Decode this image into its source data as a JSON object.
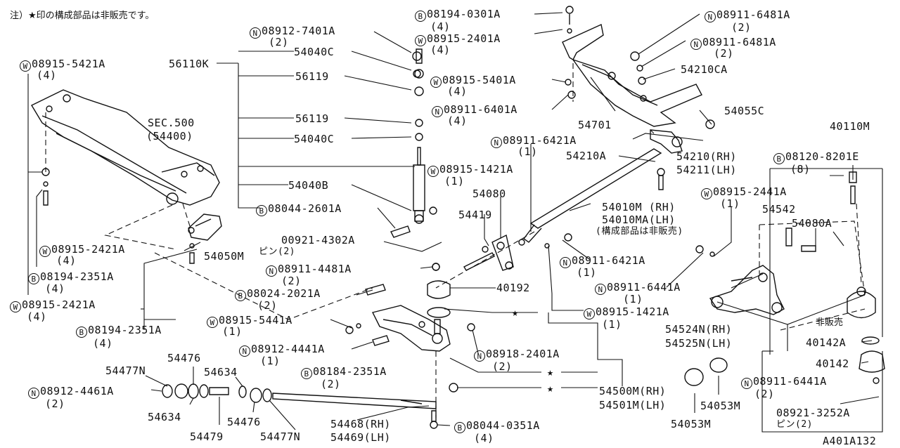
{
  "header_note": "注）★印の構成部品は非販売です。",
  "footer_code": "A401A132",
  "not_sold_label": "非販売",
  "star_symbol": "★",
  "callouts": [
    {
      "id": "b-08194-0301a",
      "prefix": "B",
      "number": "08194-0301A",
      "qty": "(4)"
    },
    {
      "id": "w-08915-2401a",
      "prefix": "W",
      "number": "08915-2401A",
      "qty": "(4)"
    },
    {
      "id": "n-08911-6481a-1",
      "prefix": "N",
      "number": "08911-6481A",
      "qty": "(2)"
    },
    {
      "id": "n-08911-6481a-2",
      "prefix": "N",
      "number": "08911-6481A",
      "qty": "(2)"
    },
    {
      "id": "p-54210ca",
      "number": "54210CA"
    },
    {
      "id": "n-08912-7401a",
      "prefix": "N",
      "number": "08912-7401A",
      "qty": "(2)"
    },
    {
      "id": "p-54040c-1",
      "number": "54040C"
    },
    {
      "id": "p-56110k",
      "number": "56110K"
    },
    {
      "id": "p-56119-1",
      "number": "56119"
    },
    {
      "id": "w-08915-5401a",
      "prefix": "W",
      "number": "08915-5401A",
      "qty": "(4)"
    },
    {
      "id": "n-08911-6401a",
      "prefix": "N",
      "number": "08911-6401A",
      "qty": "(4)"
    },
    {
      "id": "p-56119-2",
      "number": "56119"
    },
    {
      "id": "p-54055c",
      "number": "54055C"
    },
    {
      "id": "p-54701",
      "number": "54701"
    },
    {
      "id": "p-40110m",
      "number": "40110M"
    },
    {
      "id": "w-08915-5421a",
      "prefix": "W",
      "number": "08915-5421A",
      "qty": "(4)"
    },
    {
      "id": "p-sec500",
      "number": "SEC.500"
    },
    {
      "id": "p-54400",
      "number": "(54400)"
    },
    {
      "id": "p-54040c-2",
      "number": "54040C"
    },
    {
      "id": "n-08911-6421a-1",
      "prefix": "N",
      "number": "08911-6421A",
      "qty": "(1)"
    },
    {
      "id": "p-54210a",
      "number": "54210A"
    },
    {
      "id": "p-54210rh",
      "number": "54210(RH)"
    },
    {
      "id": "p-54211lh",
      "number": "54211(LH)"
    },
    {
      "id": "b-08120-8201e",
      "prefix": "B",
      "number": "08120-8201E",
      "qty": "(8)"
    },
    {
      "id": "w-08915-1421a-1",
      "prefix": "W",
      "number": "08915-1421A",
      "qty": "(1)"
    },
    {
      "id": "p-54040b",
      "number": "54040B"
    },
    {
      "id": "p-54080",
      "number": "54080"
    },
    {
      "id": "w-08915-2441a",
      "prefix": "W",
      "number": "08915-2441A",
      "qty": "(1)"
    },
    {
      "id": "b-08044-2601a",
      "prefix": "B",
      "number": "08044-2601A"
    },
    {
      "id": "p-54542",
      "number": "54542"
    },
    {
      "id": "p-54419",
      "number": "54419"
    },
    {
      "id": "p-54010m",
      "number": "54010M (RH)"
    },
    {
      "id": "p-54010ma",
      "number": "54010MA(LH)"
    },
    {
      "id": "p-54010-note",
      "number": "(構成部品は非販売)"
    },
    {
      "id": "p-54080a",
      "number": "54080A"
    },
    {
      "id": "p-00921-4302a",
      "number": "00921-4302A"
    },
    {
      "id": "p-pin2-1",
      "number": "ピン(2)"
    },
    {
      "id": "w-08915-2421a-1",
      "prefix": "W",
      "number": "08915-2421A",
      "qty": "(4)"
    },
    {
      "id": "p-54050m",
      "number": "54050M"
    },
    {
      "id": "n-08911-6421a-2",
      "prefix": "N",
      "number": "08911-6421A",
      "qty": "(1)"
    },
    {
      "id": "b-08194-2351a-1",
      "prefix": "B",
      "number": "08194-2351A",
      "qty": "(4)"
    },
    {
      "id": "n-08911-4481a",
      "prefix": "N",
      "number": "08911-4481A",
      "qty": "(2)"
    },
    {
      "id": "b-08024-2021a",
      "prefix": "B",
      "number": "08024-2021A",
      "qty": "(2)"
    },
    {
      "id": "p-40192",
      "number": "40192"
    },
    {
      "id": "n-08911-6441a-1",
      "prefix": "N",
      "number": "08911-6441A",
      "qty": "(1)"
    },
    {
      "id": "w-08915-2421a-2",
      "prefix": "W",
      "number": "08915-2421A",
      "qty": "(4)"
    },
    {
      "id": "w-08915-1421a-2",
      "prefix": "W",
      "number": "08915-1421A",
      "qty": "(1)"
    },
    {
      "id": "w-08915-5441a",
      "prefix": "W",
      "number": "08915-5441A",
      "qty": "(1)"
    },
    {
      "id": "b-08194-2351a-2",
      "prefix": "B",
      "number": "08194-2351A",
      "qty": "(4)"
    },
    {
      "id": "p-54524n",
      "number": "54524N(RH)"
    },
    {
      "id": "p-54525n",
      "number": "54525N(LH)"
    },
    {
      "id": "n-08912-4441a",
      "prefix": "N",
      "number": "08912-4441A",
      "qty": "(1)"
    },
    {
      "id": "n-08918-2401a",
      "prefix": "N",
      "number": "08918-2401A",
      "qty": "(2)"
    },
    {
      "id": "p-40142a",
      "number": "40142A"
    },
    {
      "id": "p-40142",
      "number": "40142"
    },
    {
      "id": "p-54476-1",
      "number": "54476"
    },
    {
      "id": "p-54477n-1",
      "number": "54477N"
    },
    {
      "id": "p-54634-1",
      "number": "54634"
    },
    {
      "id": "b-08184-2351a",
      "prefix": "B",
      "number": "08184-2351A",
      "qty": "(2)"
    },
    {
      "id": "n-08912-4461a",
      "prefix": "N",
      "number": "08912-4461A",
      "qty": "(2)"
    },
    {
      "id": "p-54500m",
      "number": "54500M(RH)"
    },
    {
      "id": "p-54501m",
      "number": "54501M(LH)"
    },
    {
      "id": "n-08911-6441a-2",
      "prefix": "N",
      "number": "08911-6441A"
    },
    {
      "id": "p-54053m-1",
      "number": "54053M"
    },
    {
      "id": "p-54634-2",
      "number": "54634"
    },
    {
      "id": "p-54476-2",
      "number": "54476"
    },
    {
      "id": "p-08921-3252a",
      "number": "08921-3252A"
    },
    {
      "id": "p-pin2-2",
      "number": "ピン(2)"
    },
    {
      "id": "p-54053m-2",
      "number": "54053M"
    },
    {
      "id": "b-08044-0351a",
      "prefix": "B",
      "number": "08044-0351A",
      "qty": "(4)"
    },
    {
      "id": "p-54468rh",
      "number": "54468(RH)"
    },
    {
      "id": "p-54469lh",
      "number": "54469(LH)"
    },
    {
      "id": "p-54479",
      "number": "54479"
    },
    {
      "id": "p-54477n-2",
      "number": "54477N"
    }
  ]
}
